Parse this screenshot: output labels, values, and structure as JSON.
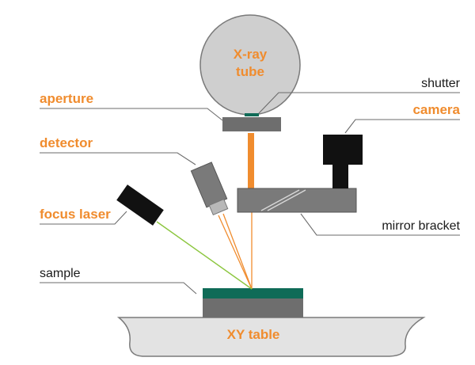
{
  "labels": {
    "xray_tube_line1": "X-ray",
    "xray_tube_line2": "tube",
    "shutter": "shutter",
    "aperture": "aperture",
    "camera": "camera",
    "detector": "detector",
    "mirror_bracket": "mirror bracket",
    "focus_laser": "focus laser",
    "sample": "sample",
    "xy_table": "XY table"
  },
  "colors": {
    "accent_orange": "#f08c2e",
    "tube_fill": "#cfcfcf",
    "part_gray": "#7a7a7a",
    "part_black": "#111111",
    "sample_green": "#0f6b57",
    "table_fill": "#e3e3e3",
    "laser_green": "#8cc63f"
  }
}
